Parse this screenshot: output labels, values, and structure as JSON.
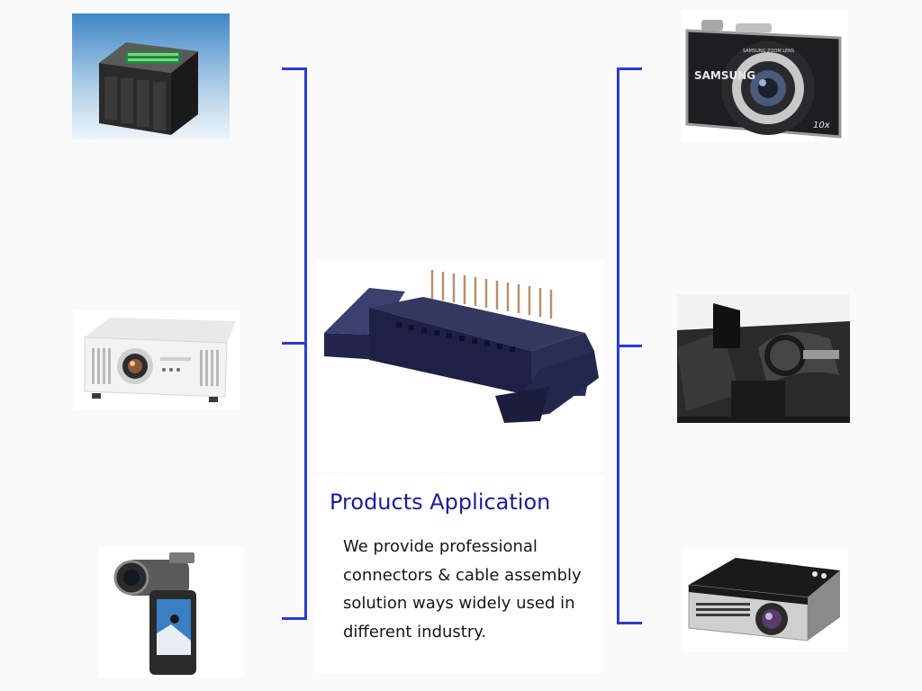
{
  "title": "Products Application",
  "description_lines": [
    "We provide professional",
    "connectors & cable assembly",
    "solution ways widely used in",
    "different industry."
  ],
  "images": {
    "meter": "power-meter-photo",
    "projector_white": "white-projector-photo",
    "camcorder": "camcorder-photo",
    "connector": "box-header-connector-photo",
    "camera": "digital-camera-photo",
    "car_interior": "car-interior-photo",
    "projector_black": "black-projector-photo"
  },
  "camera_label": {
    "brand": "SAMSUNG",
    "zoom": "10x",
    "lens": "SAMSUNG ZOOM LENS"
  },
  "colors": {
    "accent": "#2a3bd6",
    "title": "#1c1c9c",
    "text": "#161616"
  }
}
